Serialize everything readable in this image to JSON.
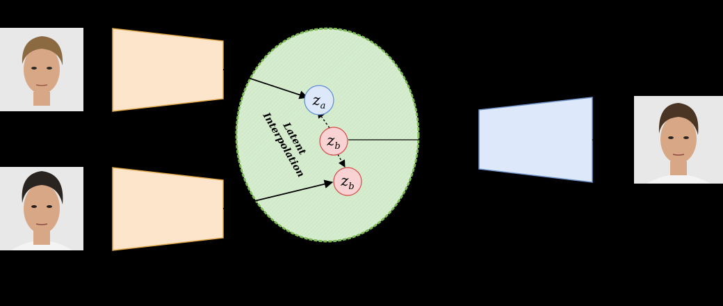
{
  "colors": {
    "background": "#000000",
    "encoder_fill": "#fde5cc",
    "encoder_stroke": "#e0a848",
    "decoder_fill": "#dde9fb",
    "decoder_stroke": "#6f93c8",
    "latent_fill": "#d6eccf",
    "latent_stroke": "#7dbb55",
    "za_fill": "#dde9fb",
    "za_stroke": "#5b89d8",
    "zb_fill": "#f9d3d3",
    "zb_stroke": "#d84848",
    "photo_bg": "#e8e8e8",
    "skin": "#d8a886",
    "hair_light": "#8b6a42",
    "hair_dark": "#2a2420",
    "output_hair": "#4a3424"
  },
  "icons": {
    "input_a": "face-photo-blond-man",
    "input_b": "face-photo-dark-hair-man",
    "output": "face-photo-output-man"
  },
  "latent": {
    "za": {
      "base": "z",
      "sub": "a"
    },
    "zmid": {
      "base": "z",
      "sub": "b"
    },
    "zb": {
      "base": "z",
      "sub": "b"
    },
    "annotation_line1": "Latent",
    "annotation_line2": "Interpolation"
  }
}
